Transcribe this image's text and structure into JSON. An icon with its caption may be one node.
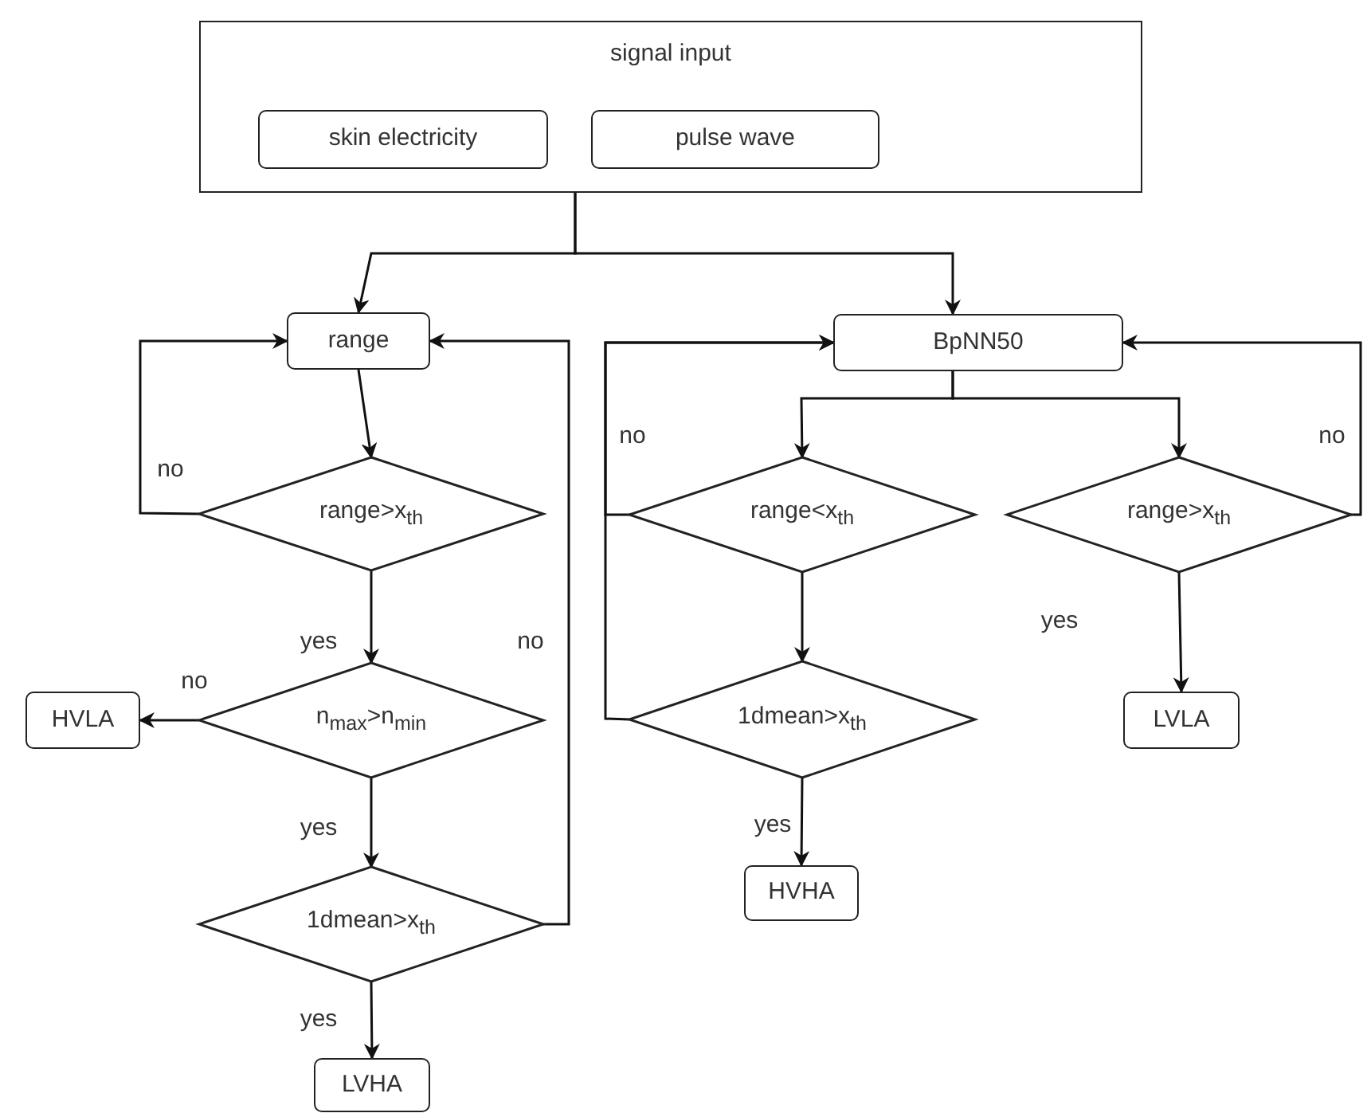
{
  "diagram": {
    "nodes": [
      {
        "text": [
          "signal input"
        ]
      },
      {
        "text": [
          "skin electricity"
        ],
        "in": 0
      },
      {
        "text": [
          "pulse wave"
        ],
        "in": 0
      },
      {
        "text": [
          "range"
        ]
      },
      {
        "text": [
          "range>x$_{th}$"
        ]
      },
      {
        "text": [
          "n$_{max}$>n$_{min}$"
        ]
      },
      {
        "text": [
          "HVLA"
        ]
      },
      {
        "text": [
          "1dmean>x$_{th}$"
        ]
      },
      {
        "text": [
          "LVHA"
        ]
      },
      {
        "text": [
          "BpNN50"
        ]
      },
      {
        "text": [
          "range<x$_{th}$"
        ]
      },
      {
        "text": [
          "range>x$_{th}$"
        ]
      },
      {
        "text": [
          "1dmean>x$_{th}$"
        ]
      },
      {
        "text": [
          "HVHA"
        ]
      },
      {
        "text": [
          "LVLA"
        ]
      }
    ],
    "edges": [
      {
        "from": 0,
        "to": 3,
        "arrow": "to"
      },
      {
        "from": 0,
        "to": 9,
        "arrow": "to"
      },
      {
        "from": 3,
        "to": 4,
        "arrow": "to"
      },
      {
        "from": 4,
        "to": 3,
        "arrow": "to",
        "label": "no"
      },
      {
        "from": 4,
        "to": 5,
        "arrow": "to",
        "label": "yes"
      },
      {
        "from": 5,
        "to": 6,
        "arrow": "to",
        "label": "no"
      },
      {
        "from": 5,
        "to": 7,
        "arrow": "to",
        "label": "yes"
      },
      {
        "from": 7,
        "to": 3,
        "arrow": "to",
        "label": "no"
      },
      {
        "from": 7,
        "to": 8,
        "arrow": "to",
        "label": "yes"
      },
      {
        "from": 9,
        "to": 10,
        "arrow": "to"
      },
      {
        "from": 9,
        "to": 11,
        "arrow": "to"
      },
      {
        "from": 10,
        "to": 9,
        "arrow": "to",
        "label": "no"
      },
      {
        "from": 10,
        "to": 12,
        "arrow": "to"
      },
      {
        "from": 12,
        "to": 9,
        "arrow": "to"
      },
      {
        "from": 12,
        "to": 13,
        "arrow": "to",
        "label": "yes"
      },
      {
        "from": 11,
        "to": 14,
        "arrow": "to",
        "label": "yes"
      },
      {
        "from": 11,
        "to": 9,
        "arrow": "to",
        "label": "no"
      }
    ]
  }
}
